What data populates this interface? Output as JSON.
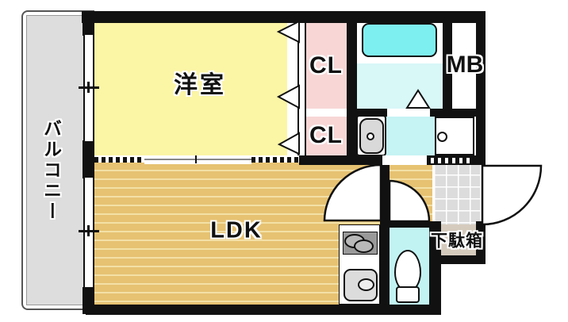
{
  "labels": {
    "balcony": "バルコニー",
    "western_room": "洋室",
    "closet_top": "CL",
    "closet_bottom": "CL",
    "meter_box": "MB",
    "ldk": "LDK",
    "shoe_cabinet": "下駄箱"
  },
  "colors": {
    "wall": "#111111",
    "western-room": "#FBF5A6",
    "ldk-floor": "#E6C272",
    "ldk-stripe": "#F3E0A6",
    "closet": "#F8D6D6",
    "bathtub": "#7EEFF0",
    "bathroom-floor": "#D8F7F7",
    "washroom-floor": "#C6F3F4",
    "toilet-floor": "#C2F3F3",
    "balcony": "#DDDDDD",
    "entrance-tile": "#DCDCDC",
    "shoe-cabinet": "#D5CBBD"
  }
}
